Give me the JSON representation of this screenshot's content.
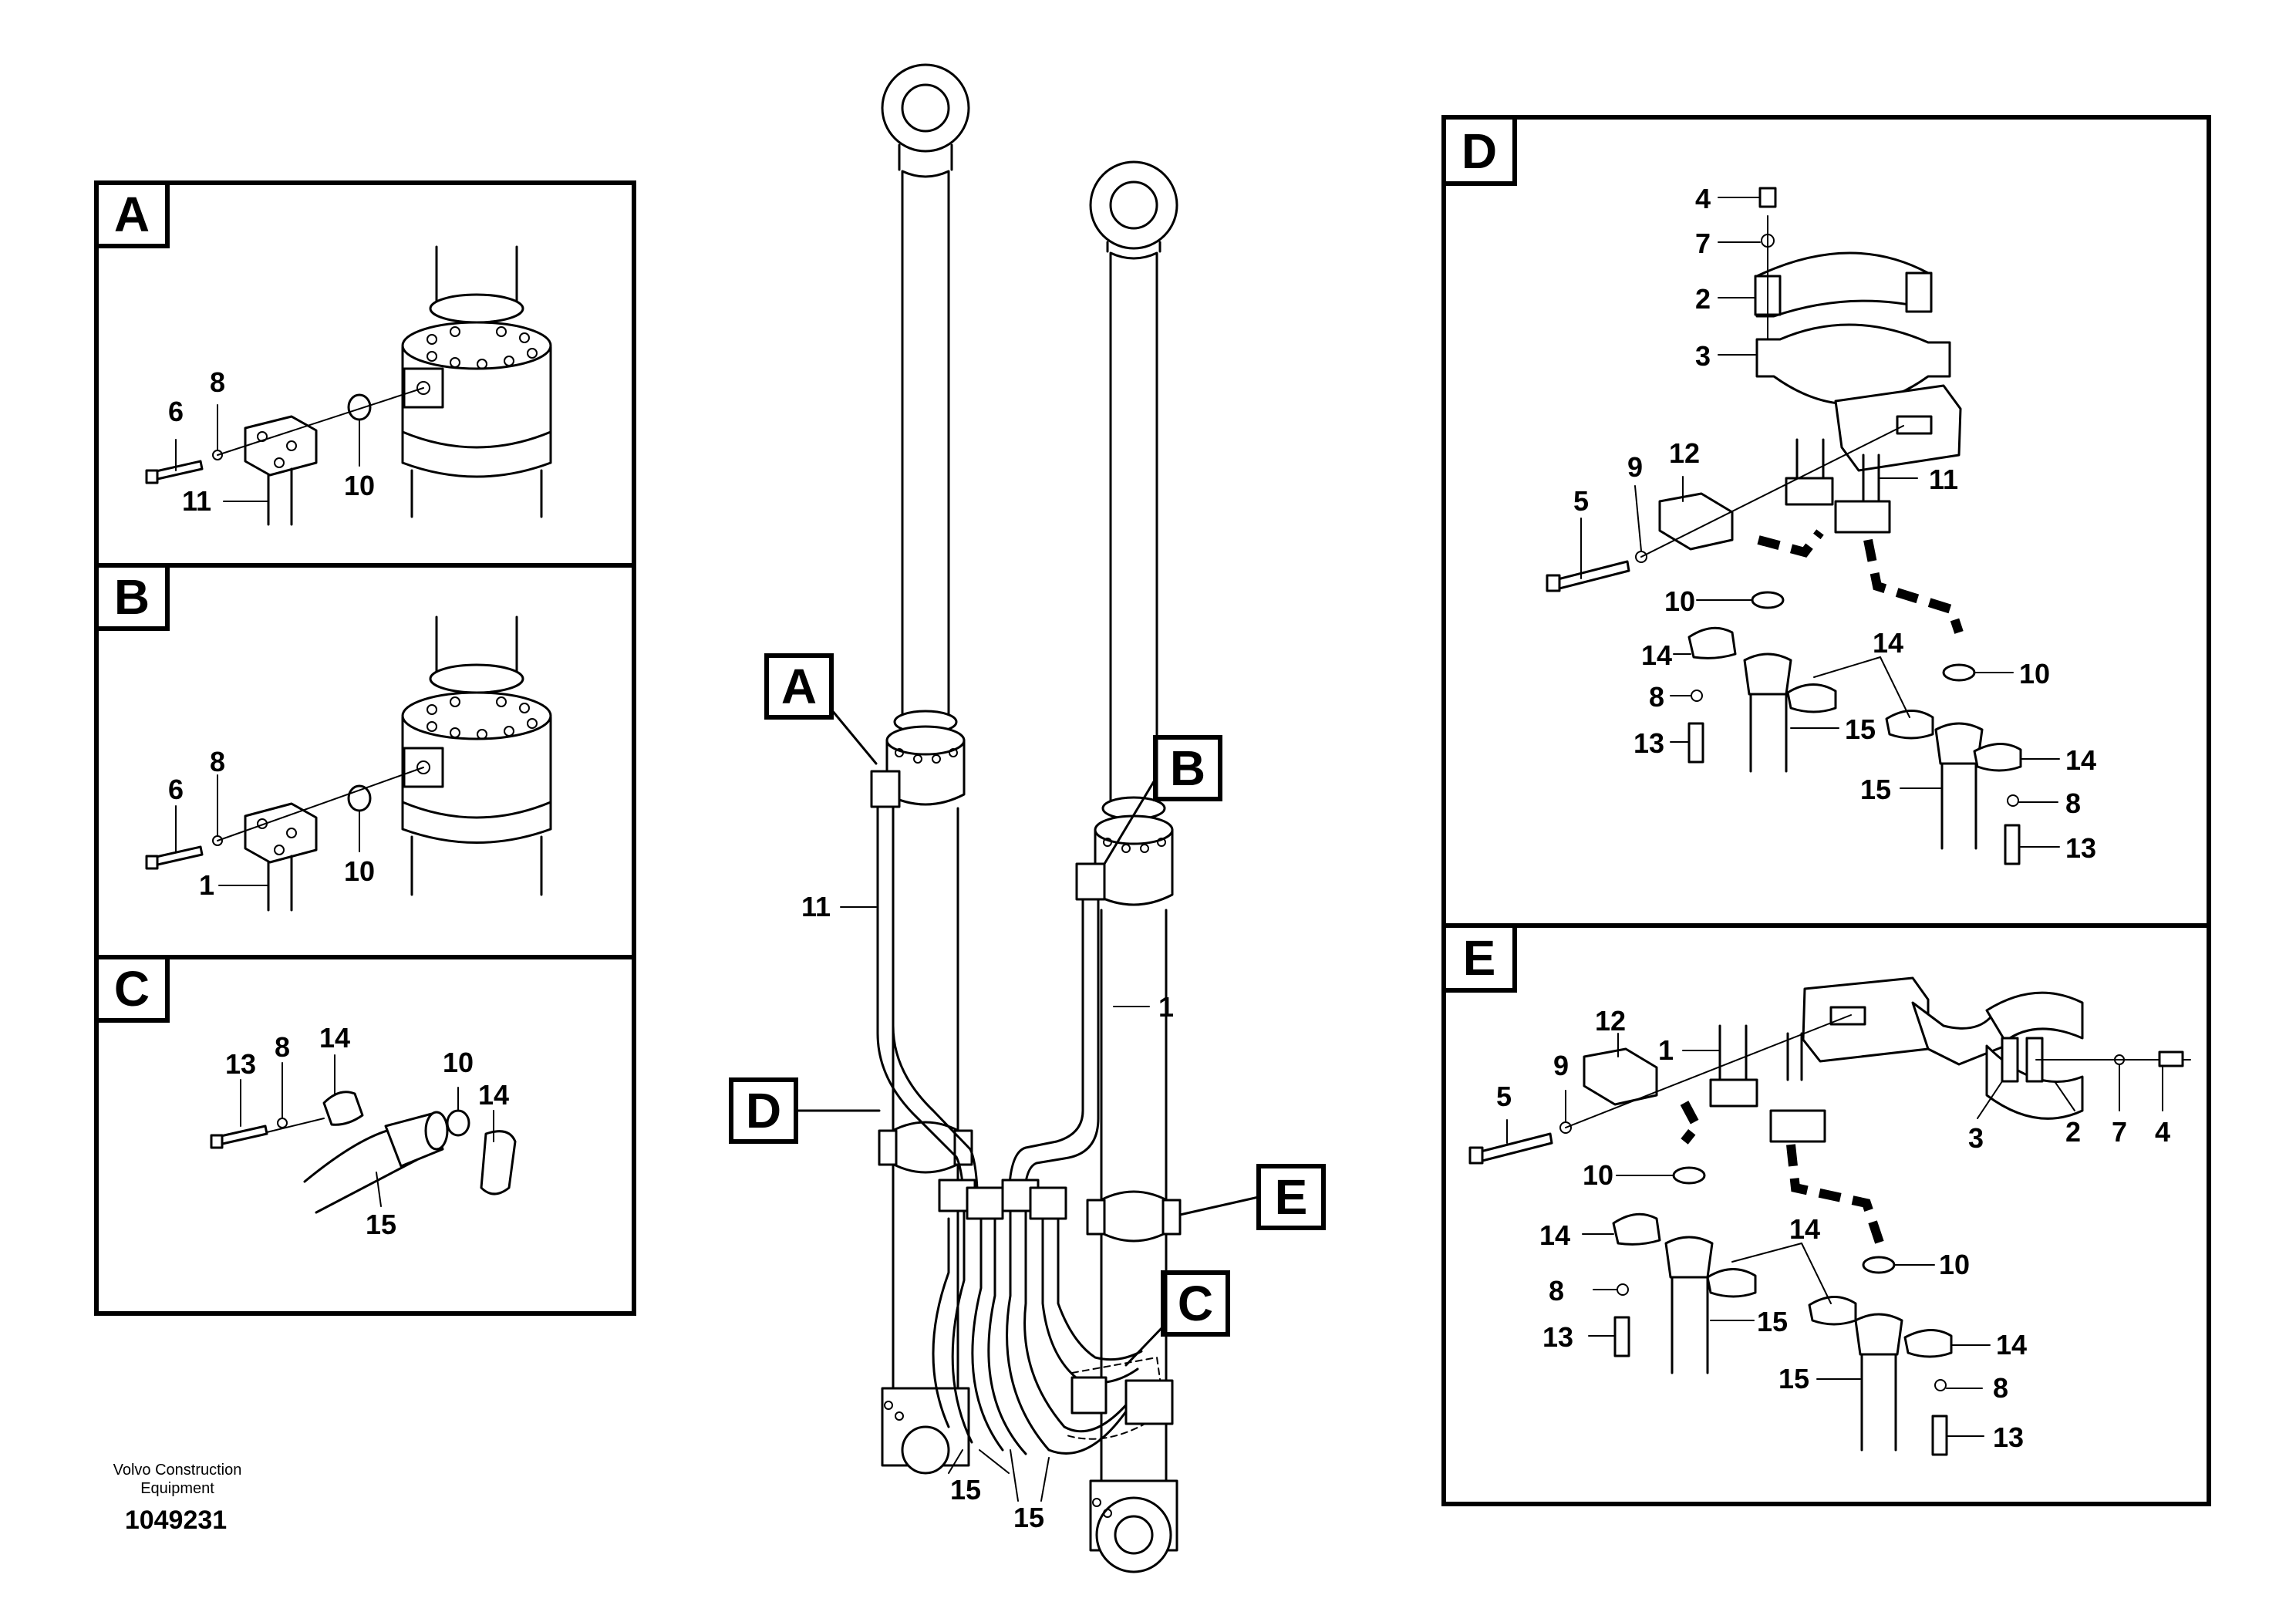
{
  "panels": {
    "A": {
      "letter": "A",
      "labels": {
        "p6": "6",
        "p8": "8",
        "p11": "11",
        "p10": "10"
      }
    },
    "B": {
      "letter": "B",
      "labels": {
        "p6": "6",
        "p8": "8",
        "p1": "1",
        "p10": "10"
      }
    },
    "C": {
      "letter": "C",
      "labels": {
        "p13": "13",
        "p8": "8",
        "p14a": "14",
        "p10": "10",
        "p14b": "14",
        "p15": "15"
      }
    },
    "D": {
      "letter": "D",
      "labels": {
        "p4": "4",
        "p7": "7",
        "p2": "2",
        "p3": "3",
        "p12": "12",
        "p9": "9",
        "p5": "5",
        "p11": "11",
        "p10a": "10",
        "p14a": "14",
        "p8a": "8",
        "p13a": "13",
        "p14b": "14",
        "p15a": "15",
        "p10b": "10",
        "p14c": "14",
        "p15b": "15",
        "p8b": "8",
        "p13b": "13"
      }
    },
    "E": {
      "letter": "E",
      "labels": {
        "p12": "12",
        "p9": "9",
        "p1": "1",
        "p5": "5",
        "p3": "3",
        "p2": "2",
        "p7": "7",
        "p4": "4",
        "p10a": "10",
        "p14a": "14",
        "p14b": "14",
        "p10b": "10",
        "p8a": "8",
        "p15a": "15",
        "p13a": "13",
        "p14c": "14",
        "p15b": "15",
        "p8b": "8",
        "p13b": "13"
      }
    }
  },
  "main": {
    "callouts": {
      "A": "A",
      "B": "B",
      "C": "C",
      "D": "D",
      "E": "E"
    },
    "labels": {
      "p11": "11",
      "p1": "1",
      "p15a": "15",
      "p15b": "15"
    }
  },
  "footer": {
    "company_line1": "Volvo Construction",
    "company_line2": "Equipment",
    "doc_number": "1049231"
  }
}
